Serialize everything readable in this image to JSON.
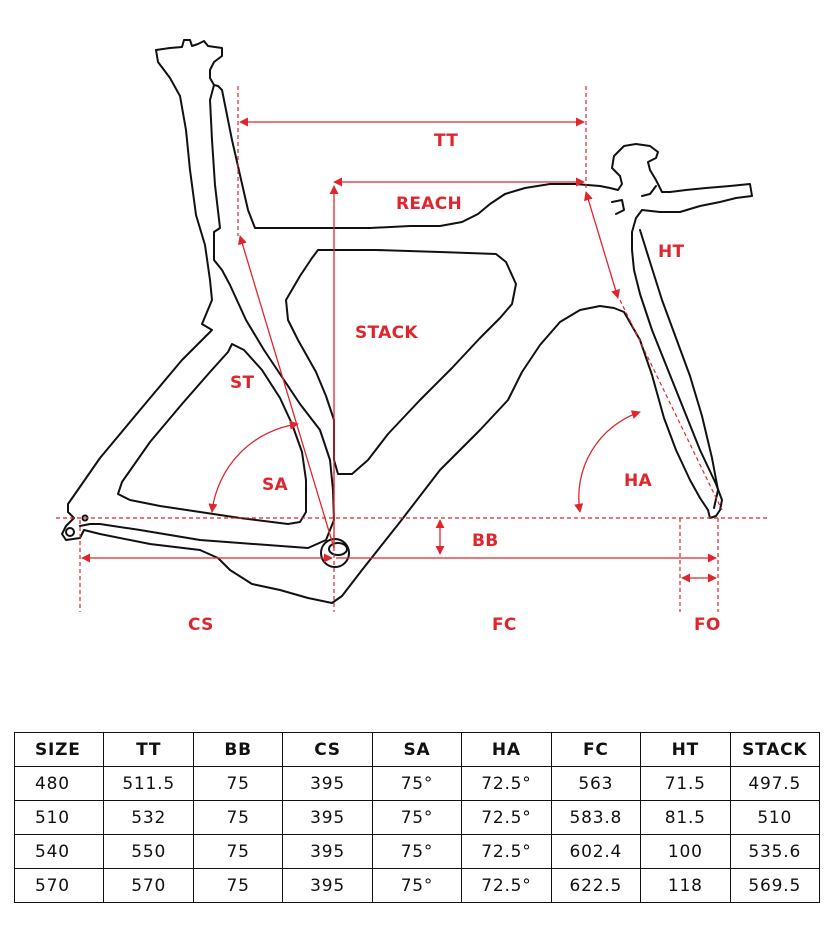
{
  "diagram": {
    "labels": {
      "tt": "TT",
      "reach": "REACH",
      "ht": "HT",
      "stack": "STACK",
      "st": "ST",
      "sa": "SA",
      "ha": "HA",
      "bb": "BB",
      "cs": "CS",
      "fc": "FC",
      "fo": "FO"
    },
    "colors": {
      "dimension": "#e0262c",
      "frame": "#111111"
    }
  },
  "table": {
    "headers": [
      "SIZE",
      "TT",
      "BB",
      "CS",
      "SA",
      "HA",
      "FC",
      "HT",
      "STACK"
    ],
    "rows": [
      [
        "480",
        "511.5",
        "75",
        "395",
        "75°",
        "72.5°",
        "563",
        "71.5",
        "497.5"
      ],
      [
        "510",
        "532",
        "75",
        "395",
        "75°",
        "72.5°",
        "583.8",
        "81.5",
        "510"
      ],
      [
        "540",
        "550",
        "75",
        "395",
        "75°",
        "72.5°",
        "602.4",
        "100",
        "535.6"
      ],
      [
        "570",
        "570",
        "75",
        "395",
        "75°",
        "72.5°",
        "622.5",
        "118",
        "569.5"
      ]
    ]
  }
}
